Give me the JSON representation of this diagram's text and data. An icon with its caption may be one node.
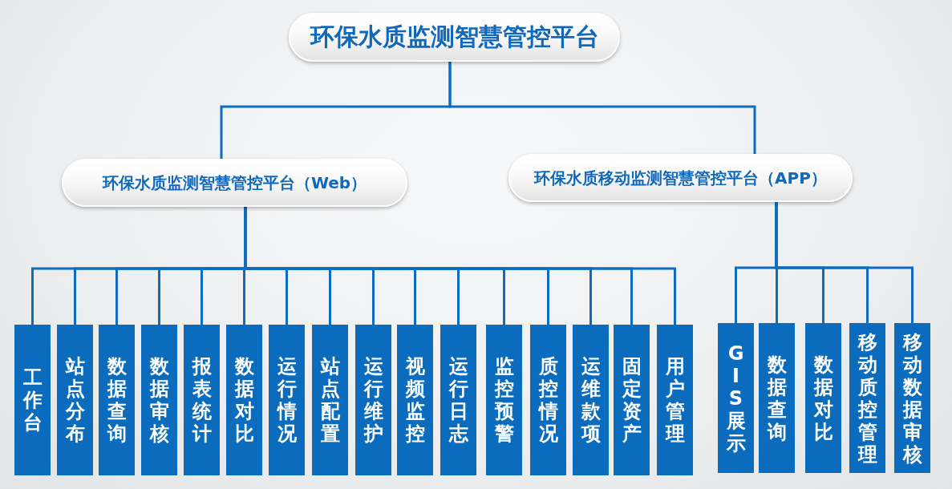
{
  "diagram": {
    "nodes": [
      {
        "text": [
          "环保水质监测智慧管控平台"
        ]
      },
      {
        "text": [
          "环保水质监测智慧管控平台（Web）"
        ]
      },
      {
        "text": [
          "环保水质移动监测智慧管控平台（APP）"
        ]
      },
      {
        "text": [
          "工作台"
        ]
      },
      {
        "text": [
          "站点分布"
        ]
      },
      {
        "text": [
          "数据查询"
        ]
      },
      {
        "text": [
          "数据审核"
        ]
      },
      {
        "text": [
          "报表统计"
        ]
      },
      {
        "text": [
          "数据对比"
        ]
      },
      {
        "text": [
          "运行情况"
        ]
      },
      {
        "text": [
          "站点配置"
        ]
      },
      {
        "text": [
          "运行维护"
        ]
      },
      {
        "text": [
          "视频监控"
        ]
      },
      {
        "text": [
          "运行日志"
        ]
      },
      {
        "text": [
          "监控预警"
        ]
      },
      {
        "text": [
          "质控情况"
        ]
      },
      {
        "text": [
          "运维款项"
        ]
      },
      {
        "text": [
          "固定资产"
        ]
      },
      {
        "text": [
          "用户管理"
        ]
      },
      {
        "text": [
          "GIS展示"
        ]
      },
      {
        "text": [
          "数据查询"
        ]
      },
      {
        "text": [
          "数据对比"
        ]
      },
      {
        "text": [
          "移动质控管理"
        ]
      },
      {
        "text": [
          "移动数据审核"
        ]
      }
    ],
    "edges": [
      {
        "from": 0,
        "to": 1,
        "arrow": "none"
      },
      {
        "from": 0,
        "to": 2,
        "arrow": "none"
      },
      {
        "from": 1,
        "to": 3,
        "arrow": "none"
      },
      {
        "from": 1,
        "to": 4,
        "arrow": "none"
      },
      {
        "from": 1,
        "to": 5,
        "arrow": "none"
      },
      {
        "from": 1,
        "to": 6,
        "arrow": "none"
      },
      {
        "from": 1,
        "to": 7,
        "arrow": "none"
      },
      {
        "from": 1,
        "to": 8,
        "arrow": "none"
      },
      {
        "from": 1,
        "to": 9,
        "arrow": "none"
      },
      {
        "from": 1,
        "to": 10,
        "arrow": "none"
      },
      {
        "from": 1,
        "to": 11,
        "arrow": "none"
      },
      {
        "from": 1,
        "to": 12,
        "arrow": "none"
      },
      {
        "from": 1,
        "to": 13,
        "arrow": "none"
      },
      {
        "from": 1,
        "to": 14,
        "arrow": "none"
      },
      {
        "from": 1,
        "to": 15,
        "arrow": "none"
      },
      {
        "from": 1,
        "to": 16,
        "arrow": "none"
      },
      {
        "from": 1,
        "to": 17,
        "arrow": "none"
      },
      {
        "from": 1,
        "to": 18,
        "arrow": "none"
      },
      {
        "from": 2,
        "to": 19,
        "arrow": "none"
      },
      {
        "from": 2,
        "to": 20,
        "arrow": "none"
      },
      {
        "from": 2,
        "to": 21,
        "arrow": "none"
      },
      {
        "from": 2,
        "to": 22,
        "arrow": "none"
      },
      {
        "from": 2,
        "to": 23,
        "arrow": "none"
      }
    ]
  }
}
